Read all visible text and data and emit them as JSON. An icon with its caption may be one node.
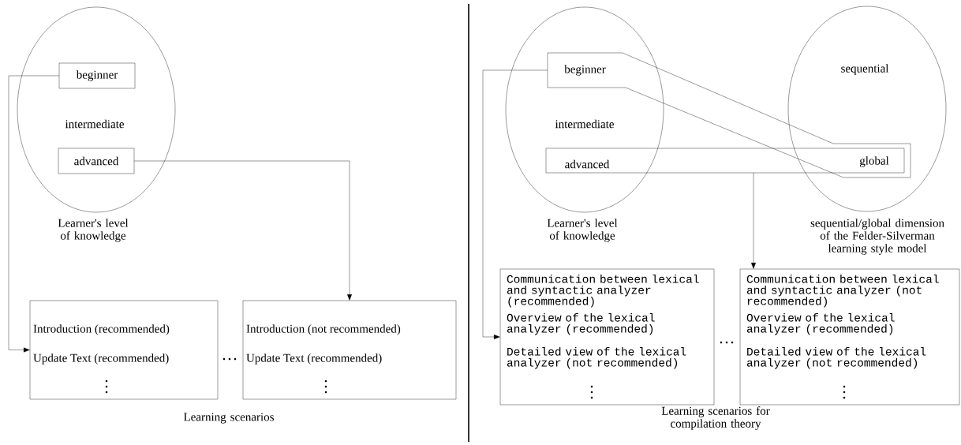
{
  "diagram": {
    "nodes": [
      {
        "text": [
          "intermediate"
        ],
        "beside": [
          "Learner's level of knowledge"
        ]
      },
      {
        "text": [
          "beginner"
        ],
        "in": 0
      },
      {
        "text": [
          "advanced"
        ],
        "in": 0
      },
      {
        "text": [
          "Introduction (recommended)",
          "Update Text (recommended)"
        ]
      },
      {
        "text": [
          "Introduction (not recommended)",
          "Update Text (recommended)"
        ]
      },
      {
        "text": [
          "intermediate"
        ],
        "beside": [
          "Learner's level of knowledge"
        ]
      },
      {
        "text": [
          "beginner"
        ],
        "in": 5
      },
      {
        "text": [
          "advanced",
          "global"
        ]
      },
      {
        "text": [
          "sequential"
        ],
        "beside": [
          "sequential/global dimension of the Felder-Silverman learning style model"
        ]
      },
      {
        "text": [
          "Communication between lexical and syntactic analyzer (recommended)",
          "Overview of the lexical analyzer (recommended)",
          "Detailed view of the lexical analyzer (not recommended)"
        ]
      },
      {
        "text": [
          "Communication between lexical and syntactic analyzer (not recommended)",
          "Overview of the lexical analyzer (recommended)",
          "Detailed view of the lexical analyzer (not recommended)"
        ]
      }
    ],
    "edges": [
      {
        "from": 1,
        "to": 3,
        "arrow": "to"
      },
      {
        "from": 2,
        "to": 4,
        "arrow": "to"
      },
      {
        "from": 6,
        "to": 9,
        "arrow": "to"
      },
      {
        "from": 7,
        "to": 10,
        "arrow": "to"
      }
    ],
    "labels": [
      "Learning scenarios",
      "Learning scenarios for compilation theory"
    ]
  }
}
